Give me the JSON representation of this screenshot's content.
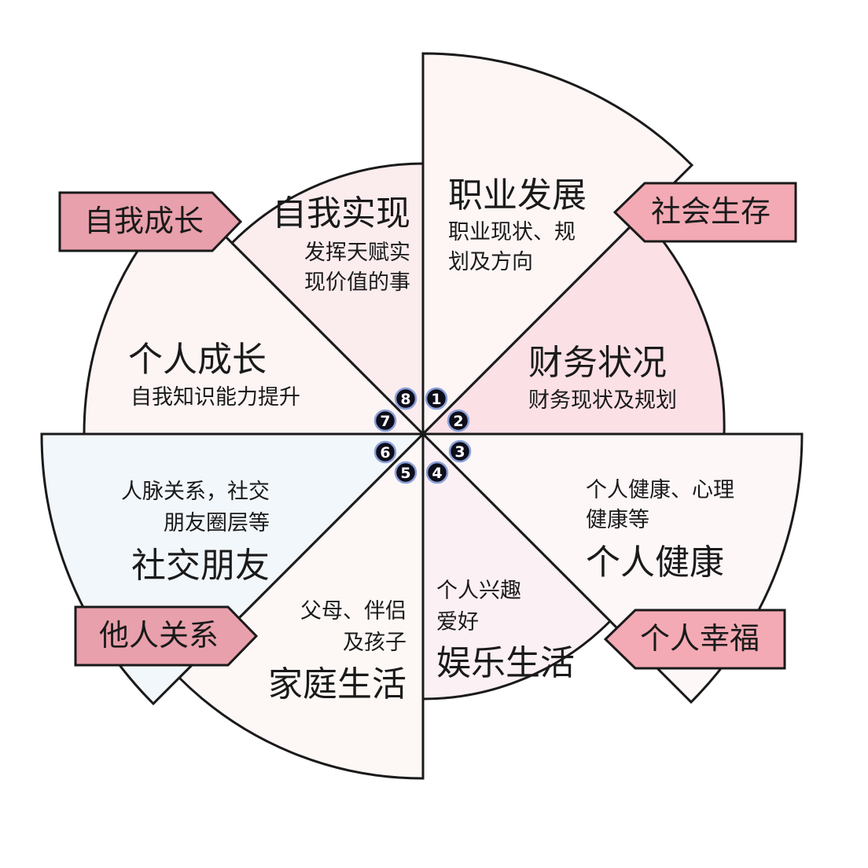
{
  "sectors": [
    {
      "number": "1",
      "title": "职业发展",
      "desc": [
        "职业现状、规",
        "划及方向"
      ],
      "color": "#fdf6f5"
    },
    {
      "number": "2",
      "title": "财务状况",
      "desc": [
        "财务现状及规划"
      ],
      "color": "#fbe0e6"
    },
    {
      "number": "3",
      "title": "个人健康",
      "desc": [
        "个人健康、心理",
        "健康等"
      ],
      "color": "#fdf7f8"
    },
    {
      "number": "4",
      "title": "娱乐生活",
      "desc": [
        "个人兴趣",
        "爱好"
      ],
      "color": "#fbf0f4"
    },
    {
      "number": "5",
      "title": "家庭生活",
      "desc": [
        "父母、伴侣",
        "及孩子"
      ],
      "color": "#fdf8f6"
    },
    {
      "number": "6",
      "title": "社交朋友",
      "desc": [
        "人脉关系，社交",
        "朋友圈层等"
      ],
      "color": "#f2f7fc"
    },
    {
      "number": "7",
      "title": "个人成长",
      "desc": [
        "自我知识能力提升"
      ],
      "color": "#fdf4f4"
    },
    {
      "number": "8",
      "title": "自我实现",
      "desc": [
        "发挥天赋实",
        "现价值的事"
      ],
      "color": "#fbecee"
    }
  ],
  "tags": [
    {
      "label": "社会生存",
      "color": "#f3aab4"
    },
    {
      "label": "个人幸福",
      "color": "#f3aab4"
    },
    {
      "label": "他人关系",
      "color": "#e8a0ac"
    },
    {
      "label": "自我成长",
      "color": "#e8a0ac"
    }
  ],
  "colors": {
    "outline": "#1a1a1a",
    "badge": "#0d0d1a",
    "badge_ring": "#8aa0d8"
  }
}
